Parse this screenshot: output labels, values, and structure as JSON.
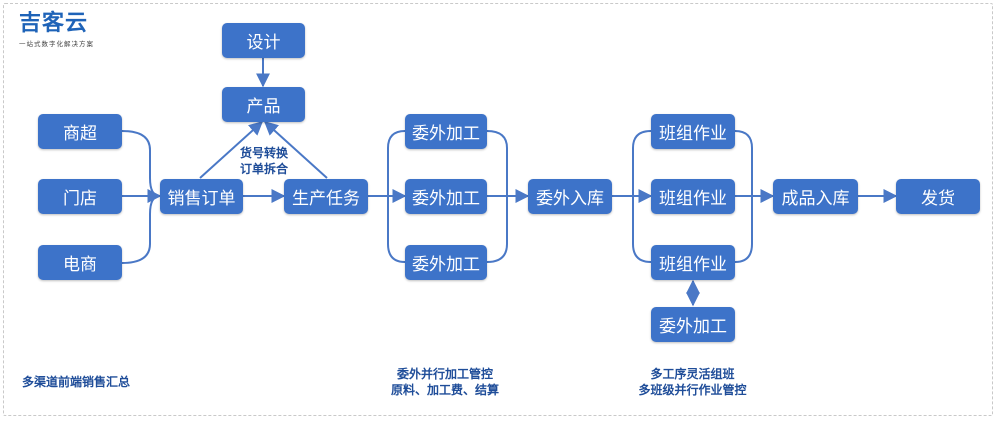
{
  "logo": {
    "name": "吉客云",
    "tagline": "一站式数字化解决方案"
  },
  "nodes": {
    "mall": "商超",
    "store": "门店",
    "ecommerce": "电商",
    "sales_order": "销售订单",
    "design": "设计",
    "product": "产品",
    "production_task": "生产任务",
    "outsource_1": "委外加工",
    "outsource_2": "委外加工",
    "outsource_3": "委外加工",
    "outsource_stock_in": "委外入库",
    "team_work_1": "班组作业",
    "team_work_2": "班组作业",
    "team_work_3": "班组作业",
    "outsource_4": "委外加工",
    "finished_stock_in": "成品入库",
    "shipping": "发货"
  },
  "edge_labels": {
    "conversion_line1": "货号转换",
    "conversion_line2": "订单拆合"
  },
  "captions": {
    "sales_summary": "多渠道前端销售汇总",
    "outsource_line1": "委外并行加工管控",
    "outsource_line2": "原料、加工费、结算",
    "team_line1": "多工序灵活组班",
    "team_line2": "多班级并行作业管控"
  },
  "colors": {
    "node_fill": "#3d73c9",
    "connector": "#4a78c6",
    "caption": "#1f4d99",
    "logo": "#1e63b8"
  }
}
